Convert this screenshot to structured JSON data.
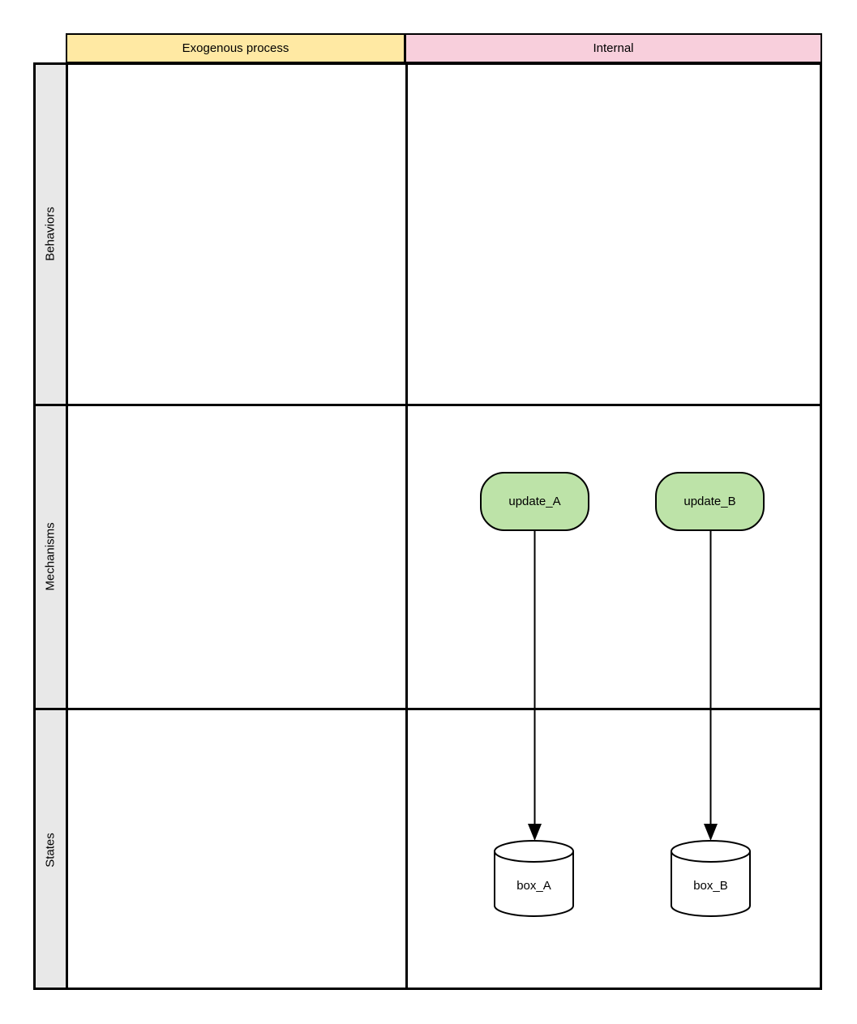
{
  "diagram": {
    "column_headers": [
      {
        "id": "exogenous",
        "label": "Exogenous process",
        "bg_color": "#ffe9a3"
      },
      {
        "id": "internal",
        "label": "Internal",
        "bg_color": "#f8cfdc"
      }
    ],
    "row_headers": [
      {
        "id": "behaviors",
        "label": "Behaviors"
      },
      {
        "id": "mechanisms",
        "label": "Mechanisms"
      },
      {
        "id": "states",
        "label": "States"
      }
    ],
    "nodes": {
      "update_A": {
        "label": "update_A",
        "shape": "rounded-rectangle",
        "fill": "#bde3a8",
        "row": "Mechanisms",
        "column": "Internal"
      },
      "update_B": {
        "label": "update_B",
        "shape": "rounded-rectangle",
        "fill": "#bde3a8",
        "row": "Mechanisms",
        "column": "Internal"
      },
      "box_A": {
        "label": "box_A",
        "shape": "cylinder",
        "fill": "#ffffff",
        "row": "States",
        "column": "Internal"
      },
      "box_B": {
        "label": "box_B",
        "shape": "cylinder",
        "fill": "#ffffff",
        "row": "States",
        "column": "Internal"
      }
    },
    "edges": [
      {
        "from": "update_A",
        "to": "box_A",
        "style": "solid-arrow"
      },
      {
        "from": "update_B",
        "to": "box_B",
        "style": "solid-arrow"
      }
    ],
    "colors": {
      "row_label_bg": "#e8e8e8",
      "grid_border": "#000000"
    }
  }
}
